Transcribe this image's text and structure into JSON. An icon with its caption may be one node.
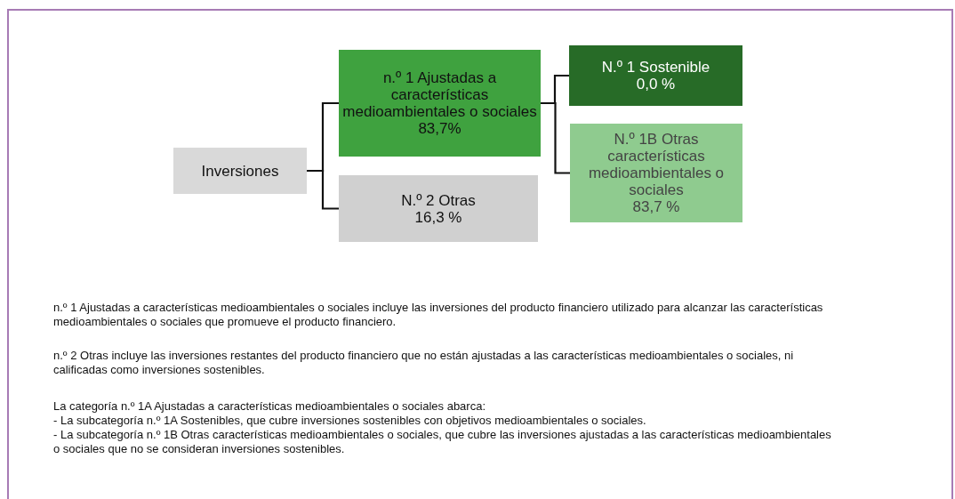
{
  "diagram": {
    "nodes": [
      {
        "text": [
          "Inversiones"
        ]
      },
      {
        "text": [
          "n.º 1 Ajustadas a características medioambientales o sociales",
          "83,7%"
        ]
      },
      {
        "text": [
          "N.º 2 Otras",
          "16,3 %"
        ]
      },
      {
        "text": [
          "N.º 1 Sostenible",
          "0,0 %"
        ]
      },
      {
        "text": [
          "N.º 1B Otras características medioambientales o sociales",
          "83,7 %"
        ]
      }
    ],
    "edges": [
      {
        "from": 0,
        "to": 1,
        "arrow": "none"
      },
      {
        "from": 0,
        "to": 2,
        "arrow": "none"
      },
      {
        "from": 1,
        "to": 3,
        "arrow": "none"
      },
      {
        "from": 1,
        "to": 4,
        "arrow": "none"
      }
    ],
    "labels": [
      "n.º 1 Ajustadas a características medioambientales o sociales incluye las inversiones del producto financiero utilizado para alcanzar las características medioambientales o sociales que promueve el producto financiero.",
      "n.º 2 Otras incluye las inversiones restantes del producto financiero que no están ajustadas a las características medioambientales o sociales, ni calificadas como inversiones sostenibles.",
      "La categoría n.º 1A Ajustadas a características medioambientales o sociales abarca:",
      "- La subcategoría n.º 1A Sostenibles, que cubre inversiones sostenibles con objetivos medioambientales o sociales.",
      "- La subcategoría n.º 1B Otras características medioambientales o sociales, que cubre las inversiones ajustadas a las características medioambientales o sociales que no se consideran inversiones sostenibles."
    ]
  }
}
